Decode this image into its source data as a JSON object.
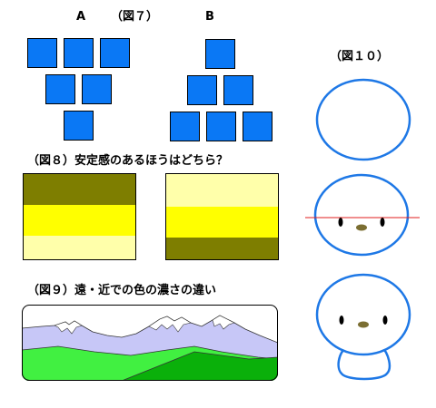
{
  "fig7": {
    "label_a": "A",
    "caption": "（図７）",
    "label_b": "B",
    "square_color": "#0a78f5"
  },
  "fig8": {
    "caption": "（図８）安定感のあるほうはどちら？",
    "colors": {
      "dark": "#7e7e00",
      "bright": "#ffff00",
      "pale": "#ffffaa"
    }
  },
  "fig9": {
    "caption": "（図９）遠・近での色の濃さの違い",
    "colors": {
      "mountain": "#c7c7f7",
      "green_light": "#41f041",
      "green_dark": "#0ab00a"
    }
  },
  "fig10": {
    "caption": "（図１０）",
    "colors": {
      "outline": "#1e78e6",
      "guide": "#e11e1e",
      "eyes": "#000000",
      "nose": "#7b6e32"
    }
  }
}
